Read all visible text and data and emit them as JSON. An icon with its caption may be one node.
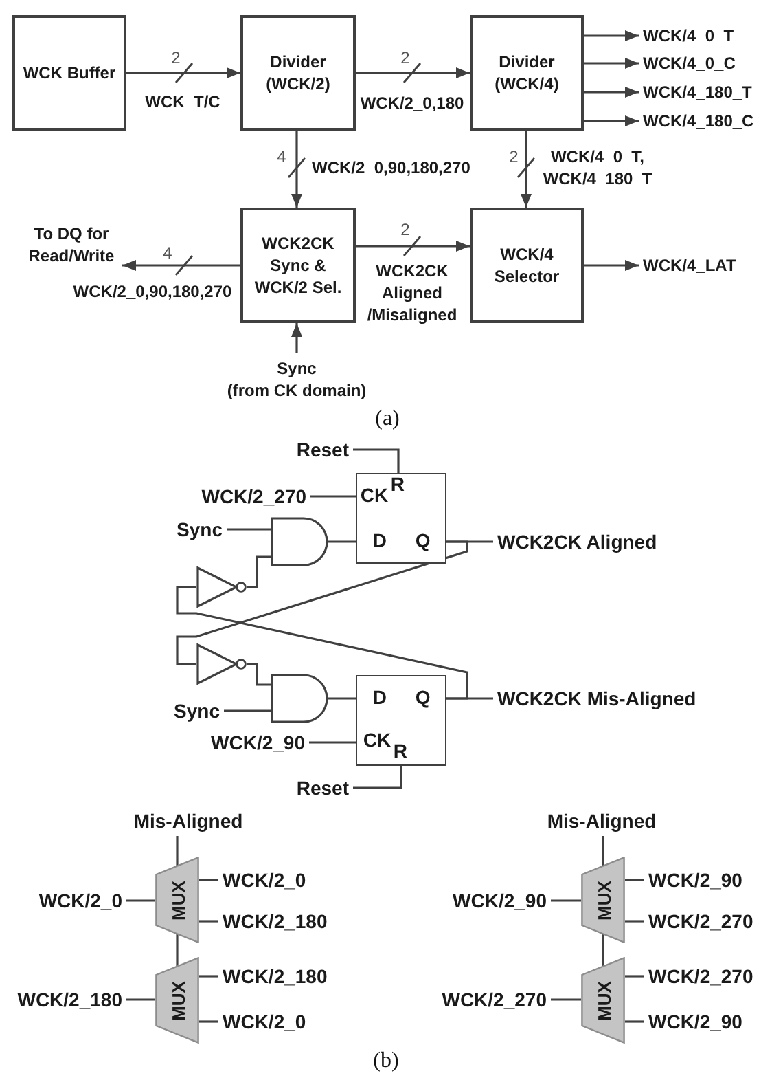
{
  "diagram": {
    "nodes": [
      {
        "text": [
          "WCK Buffer"
        ]
      },
      {
        "text": [
          "Divider (WCK/2)"
        ]
      },
      {
        "text": [
          "Divider (WCK/4)"
        ]
      },
      {
        "text": [
          "WCK/4_0_T"
        ]
      },
      {
        "text": [
          "WCK/4_0_C"
        ]
      },
      {
        "text": [
          "WCK/4_180_T"
        ]
      },
      {
        "text": [
          "WCK/4_180_C"
        ]
      },
      {
        "text": [
          "To DQ for Read/Write"
        ]
      },
      {
        "text": [
          "WCK2CK Sync & WCK/2 Sel."
        ]
      },
      {
        "text": [
          "WCK/4 Selector"
        ]
      },
      {
        "text": [
          "WCK/4_LAT"
        ]
      },
      {
        "text": [
          "Sync",
          "(from CK domain)"
        ]
      },
      {
        "text": [
          "Reset"
        ]
      },
      {
        "text": [
          "WCK/2_270"
        ]
      },
      {
        "text": [
          "Sync"
        ]
      },
      {
        "text": [],
        "shape": "gate"
      },
      {
        "text": [
          "CK",
          "R",
          "D",
          "Q"
        ]
      },
      {
        "text": [
          "WCK2CK Aligned"
        ]
      },
      {
        "text": [],
        "shape": "triangle"
      },
      {
        "text": [],
        "shape": "triangle"
      },
      {
        "text": [],
        "shape": "gate"
      },
      {
        "text": [
          "D",
          "Q",
          "CK",
          "R"
        ]
      },
      {
        "text": [
          "WCK2CK Mis-Aligned"
        ]
      },
      {
        "text": [
          "Sync"
        ]
      },
      {
        "text": [
          "WCK/2_90"
        ]
      },
      {
        "text": [
          "Reset"
        ]
      },
      {
        "text": [
          "Mis-Aligned"
        ]
      },
      {
        "text": [
          "MUX"
        ]
      },
      {
        "text": [
          "WCK/2_0"
        ]
      },
      {
        "text": [
          "WCK/2_0"
        ]
      },
      {
        "text": [
          "WCK/2_180"
        ]
      },
      {
        "text": [
          "MUX"
        ]
      },
      {
        "text": [
          "WCK/2_180"
        ]
      },
      {
        "text": [
          "WCK/2_180"
        ]
      },
      {
        "text": [
          "WCK/2_0"
        ]
      },
      {
        "text": [
          "Mis-Aligned"
        ]
      },
      {
        "text": [
          "MUX"
        ]
      },
      {
        "text": [
          "WCK/2_90"
        ]
      },
      {
        "text": [
          "WCK/2_90"
        ]
      },
      {
        "text": [
          "WCK/2_270"
        ]
      },
      {
        "text": [
          "MUX"
        ]
      },
      {
        "text": [
          "WCK/2_270"
        ]
      },
      {
        "text": [
          "WCK/2_270"
        ]
      },
      {
        "text": [
          "WCK/2_90"
        ]
      }
    ],
    "edges": [
      {
        "from": 0,
        "to": 1,
        "arrow": "to",
        "label": "WCK_T/C"
      },
      {
        "from": 1,
        "to": 2,
        "arrow": "to",
        "label": "WCK/2_0,180"
      },
      {
        "from": 2,
        "to": 3,
        "arrow": "to"
      },
      {
        "from": 2,
        "to": 4,
        "arrow": "to"
      },
      {
        "from": 2,
        "to": 5,
        "arrow": "to"
      },
      {
        "from": 2,
        "to": 6,
        "arrow": "to"
      },
      {
        "from": 1,
        "to": 8,
        "arrow": "to",
        "label": "WCK/2_0,90,180,270"
      },
      {
        "from": 2,
        "to": 9,
        "arrow": "to",
        "label": "WCK/4_0_T, WCK/4_180_T"
      },
      {
        "from": 8,
        "to": 7,
        "arrow": "to",
        "label": "WCK/2_0,90,180,270"
      },
      {
        "from": 8,
        "to": 9,
        "arrow": "to",
        "label": "WCK2CK Aligned /Misaligned"
      },
      {
        "from": 9,
        "to": 10,
        "arrow": "to"
      },
      {
        "from": 11,
        "to": 8,
        "arrow": "to"
      },
      {
        "from": 12,
        "to": 16,
        "arrow": "none"
      },
      {
        "from": 13,
        "to": 16,
        "arrow": "none"
      },
      {
        "from": 14,
        "to": 15,
        "arrow": "none"
      },
      {
        "from": 18,
        "to": 15,
        "arrow": "none"
      },
      {
        "from": 15,
        "to": 16,
        "arrow": "none"
      },
      {
        "from": 16,
        "to": 17,
        "arrow": "none"
      },
      {
        "from": 16,
        "to": 19,
        "arrow": "none"
      },
      {
        "from": 19,
        "to": 20,
        "arrow": "none"
      },
      {
        "from": 23,
        "to": 20,
        "arrow": "none"
      },
      {
        "from": 20,
        "to": 21,
        "arrow": "none"
      },
      {
        "from": 21,
        "to": 22,
        "arrow": "none"
      },
      {
        "from": 21,
        "to": 18,
        "arrow": "none"
      },
      {
        "from": 24,
        "to": 21,
        "arrow": "none"
      },
      {
        "from": 25,
        "to": 21,
        "arrow": "none"
      },
      {
        "from": 26,
        "to": 27,
        "arrow": "none"
      },
      {
        "from": 27,
        "to": 31,
        "arrow": "none"
      },
      {
        "from": 28,
        "to": 27,
        "arrow": "none"
      },
      {
        "from": 27,
        "to": 29,
        "arrow": "none"
      },
      {
        "from": 30,
        "to": 27,
        "arrow": "none"
      },
      {
        "from": 32,
        "to": 31,
        "arrow": "none"
      },
      {
        "from": 31,
        "to": 33,
        "arrow": "none"
      },
      {
        "from": 34,
        "to": 31,
        "arrow": "none"
      },
      {
        "from": 35,
        "to": 36,
        "arrow": "none"
      },
      {
        "from": 36,
        "to": 40,
        "arrow": "none"
      },
      {
        "from": 37,
        "to": 36,
        "arrow": "none"
      },
      {
        "from": 36,
        "to": 38,
        "arrow": "none"
      },
      {
        "from": 39,
        "to": 36,
        "arrow": "none"
      },
      {
        "from": 41,
        "to": 40,
        "arrow": "none"
      },
      {
        "from": 40,
        "to": 42,
        "arrow": "none"
      },
      {
        "from": 43,
        "to": 40,
        "arrow": "none"
      }
    ],
    "labels": [
      "2",
      "2",
      "4",
      "2",
      "2",
      "4",
      "(a)",
      "(b)"
    ]
  }
}
